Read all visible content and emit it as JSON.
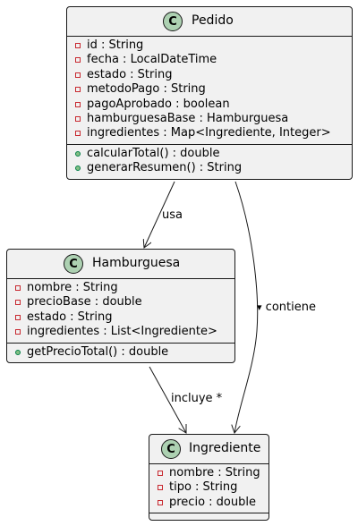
{
  "classes": {
    "pedido": {
      "stereotype": "C",
      "name": "Pedido",
      "attributes": [
        "id : String",
        "fecha : LocalDateTime",
        "estado : String",
        "metodoPago : String",
        "pagoAprobado : boolean",
        "hamburguesaBase : Hamburguesa",
        "ingredientes : Map<Ingrediente, Integer>"
      ],
      "methods": [
        "calcularTotal() : double",
        "generarResumen() : String"
      ]
    },
    "hamburguesa": {
      "stereotype": "C",
      "name": "Hamburguesa",
      "attributes": [
        "nombre : String",
        "precioBase : double",
        "estado : String",
        "ingredientes : List<Ingrediente>"
      ],
      "methods": [
        "getPrecioTotal() : double"
      ]
    },
    "ingrediente": {
      "stereotype": "C",
      "name": "Ingrediente",
      "attributes": [
        "nombre : String",
        "tipo : String",
        "precio : double"
      ],
      "methods": []
    }
  },
  "relations": {
    "usa": "usa",
    "incluye": "incluye *",
    "contiene": "contiene",
    "contiene_arrow": "▾"
  },
  "colors": {
    "class_fill": "#f1f1f1",
    "class_border": "#181818",
    "stereotype_circle": "#add1b2",
    "private_marker": "#c82930",
    "public_marker": "#84be84"
  }
}
